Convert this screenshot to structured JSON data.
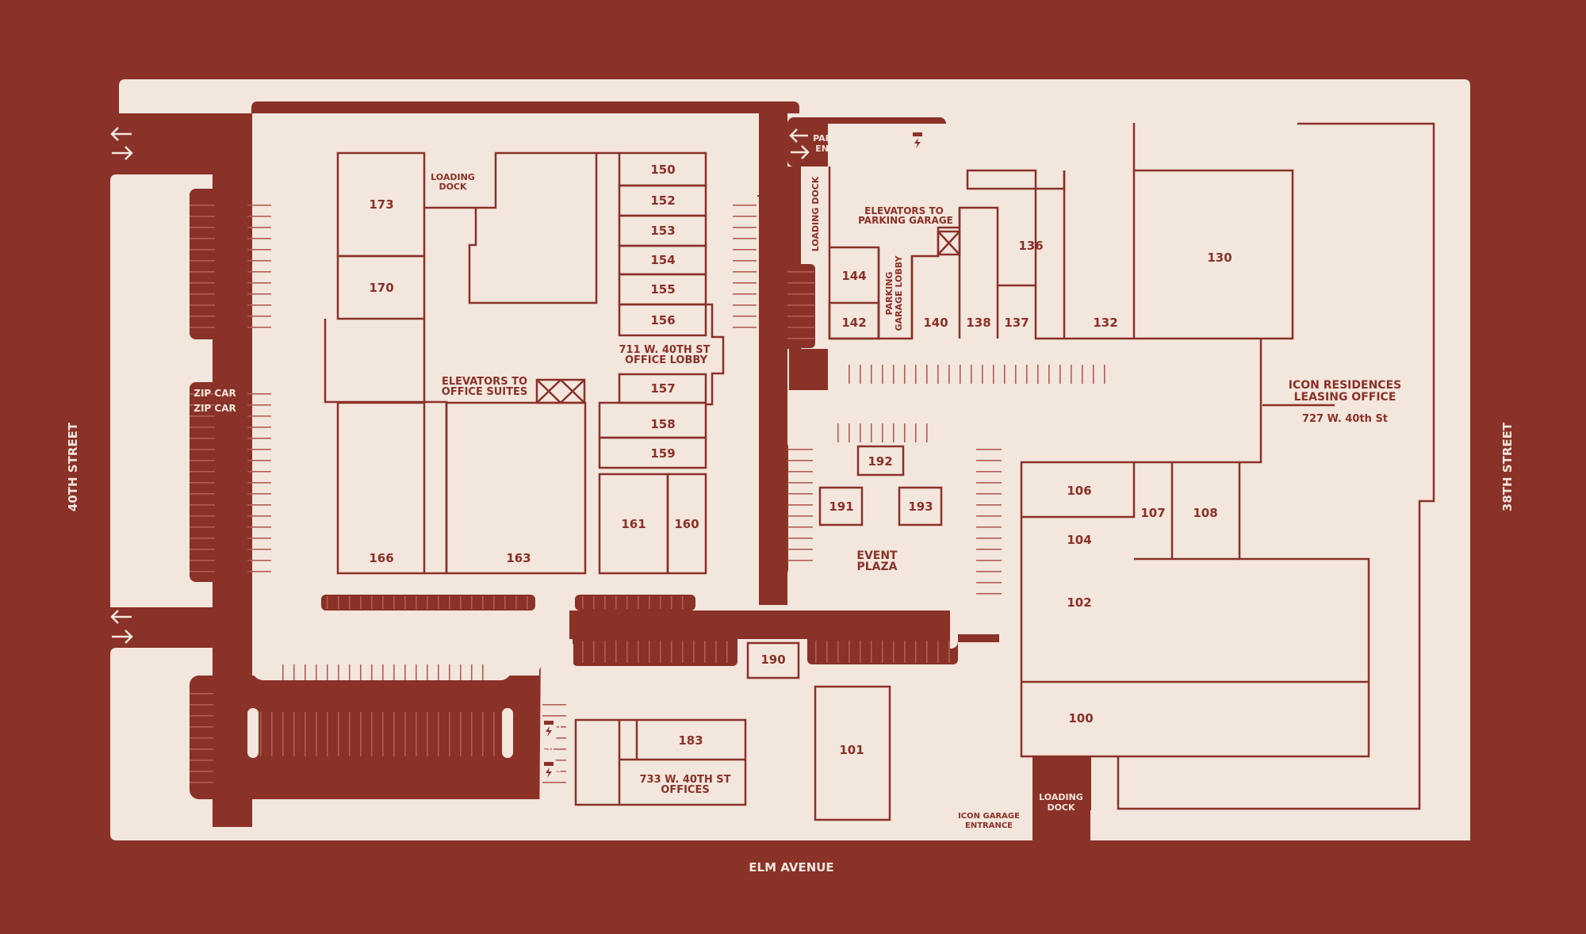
{
  "colors": {
    "background": "#8a3128",
    "land": "#f2e6dd",
    "stripe": "#b25d53"
  },
  "streets": {
    "west": "40TH STREET",
    "east": "38TH STREET",
    "south": "ELM AVENUE"
  },
  "labels": {
    "zipcar_1": "ZIP CAR",
    "zipcar_2": "ZIP CAR",
    "loading_dock_nw": [
      "LOADING",
      "DOCK"
    ],
    "loading_dock_vertical": "LOADING DOCK",
    "loading_dock_south": [
      "LOADING",
      "DOCK"
    ],
    "elevators_office": [
      "ELEVATORS TO",
      "OFFICE SUITES"
    ],
    "elevators_garage": [
      "ELEVATORS TO",
      "PARKING GARAGE"
    ],
    "lobby_711": [
      "711 W. 40TH ST",
      "OFFICE LOBBY"
    ],
    "garage_lobby": [
      "PARKING",
      "GARAGE LOBBY"
    ],
    "parking_garage_entrance": [
      "PARKING GARAGE",
      "ENTRANCE/EXIT"
    ],
    "icon_residences": [
      "ICON RESIDENCES",
      "LEASING OFFICE"
    ],
    "icon_residences_address": "727 W. 40th St",
    "event_plaza": [
      "EVENT",
      "PLAZA"
    ],
    "offices_733": [
      "733 W. 40TH ST",
      "OFFICES"
    ],
    "icon_garage_entrance": [
      "ICON GARAGE",
      "ENTRANCE"
    ],
    "ev": "EV"
  },
  "units": {
    "u173": "173",
    "u170": "170",
    "u166": "166",
    "u163": "163",
    "u150": "150",
    "u152": "152",
    "u153": "153",
    "u154": "154",
    "u155": "155",
    "u156": "156",
    "u157": "157",
    "u158": "158",
    "u159": "159",
    "u161": "161",
    "u160": "160",
    "u144": "144",
    "u142": "142",
    "u140": "140",
    "u138": "138",
    "u137": "137",
    "u136": "136",
    "u132": "132",
    "u130": "130",
    "u192": "192",
    "u191": "191",
    "u193": "193",
    "u190": "190",
    "u183": "183",
    "u101": "101",
    "u106": "106",
    "u104": "104",
    "u107": "107",
    "u108": "108",
    "u102": "102",
    "u100": "100"
  },
  "icons": [
    "arrow-left-icon",
    "arrow-right-icon",
    "ev-charger-icon",
    "elevator-icon"
  ]
}
